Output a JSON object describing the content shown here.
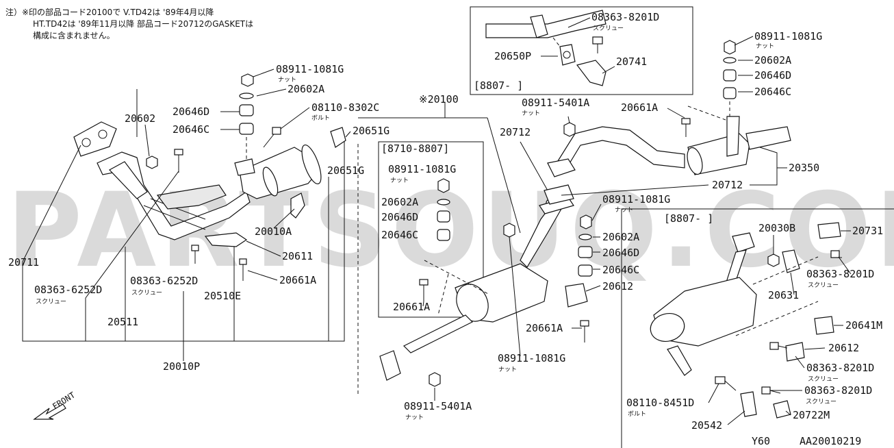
{
  "note": {
    "line1": "注）※印の部品コード20100で V.TD42は '89年4月以降",
    "line2": "HT.TD42は '89年11月以降 部品コード20712のGASKETは",
    "line3": "構成に含まれません。"
  },
  "watermark": "PARTSOUQ.COM",
  "front_label": "FRONT",
  "footer": {
    "model": "Y60",
    "code": "AA20010219"
  },
  "inset_top": {
    "range": "[8807-     ]"
  },
  "inset_mid": {
    "range": "[8710-8807]"
  },
  "inset_right": {
    "range": "[8807-     ]"
  },
  "labels": {
    "p08911_1081G_top": "08911-1081G",
    "p20602A_top": "20602A",
    "p20646D_left": "20646D",
    "p20646C_left": "20646C",
    "p20602": "20602",
    "p08110_8302C": "08110-8302C",
    "p20651G_a": "20651G",
    "p20651G_b": "20651G",
    "p20100": "※20100",
    "p20010A": "20010A",
    "p20611": "20611",
    "p20661A_a": "20661A",
    "p20711": "20711",
    "p08363_6252D_a": "08363-6252D",
    "p08363_6252D_b": "08363-6252D",
    "p20510E": "20510E",
    "p20511": "20511",
    "p20010P": "20010P",
    "p08911_1081G_mid": "08911-1081G",
    "p20602A_mid": "20602A",
    "p20646D_mid": "20646D",
    "p20646C_mid": "20646C",
    "p20661A_mid": "20661A",
    "p20712_a": "20712",
    "p08911_5401A_top": "08911-5401A",
    "p08911_1081G_c": "08911-1081G",
    "p20602A_c": "20602A",
    "p20646D_c": "20646D",
    "p20646C_c": "20646C",
    "p20612_c": "20612",
    "p20661A_c": "20661A",
    "p08911_1081G_d": "08911-1081G",
    "p08911_5401A_bot": "08911-5401A",
    "p08363_8201D_top": "08363-8201D",
    "p20650P": "20650P",
    "p20741": "20741",
    "p08911_1081G_r": "08911-1081G",
    "p20602A_r": "20602A",
    "p20646D_r": "20646D",
    "p20646C_r": "20646C",
    "p20661A_r": "20661A",
    "p20350": "20350",
    "p20712_b": "20712",
    "p20030B": "20030B",
    "p20731": "20731",
    "p08363_8201D_r1": "08363-8201D",
    "p20631": "20631",
    "p20641M": "20641M",
    "p20612_r": "20612",
    "p08363_8201D_r2": "08363-8201D",
    "p08363_8201D_r3": "08363-8201D",
    "p08110_8451D": "08110-8451D",
    "p20722M": "20722M",
    "p20542": "20542"
  },
  "subs": {
    "nut": "ナット",
    "bolt": "ボルト",
    "screw": "スクリュー"
  }
}
